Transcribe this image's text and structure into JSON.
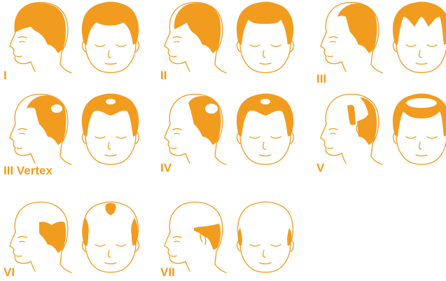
{
  "colors": {
    "accent": "#F29C1F",
    "line": "#F29C1F",
    "skin": "#FFFFFF",
    "background": "#FFFFFF"
  },
  "stages": [
    {
      "label": "I",
      "side_hair": "full",
      "front_hair": "full"
    },
    {
      "label": "II",
      "side_hair": "slight-recession",
      "front_hair": "slight-recession"
    },
    {
      "label": "III",
      "side_hair": "deep-recession",
      "front_hair": "deep-recession"
    },
    {
      "label": "III Vertex",
      "side_hair": "vertex-spot",
      "front_hair": "vertex-small"
    },
    {
      "label": "IV",
      "side_hair": "vertex-spot-receded",
      "front_hair": "vertex-small"
    },
    {
      "label": "V",
      "side_hair": "bridge-thin",
      "front_hair": "top-oval"
    },
    {
      "label": "VI",
      "side_hair": "horseshoe",
      "front_hair": "top-large"
    },
    {
      "label": "VII",
      "side_hair": "band",
      "front_hair": "fringe-only"
    }
  ]
}
